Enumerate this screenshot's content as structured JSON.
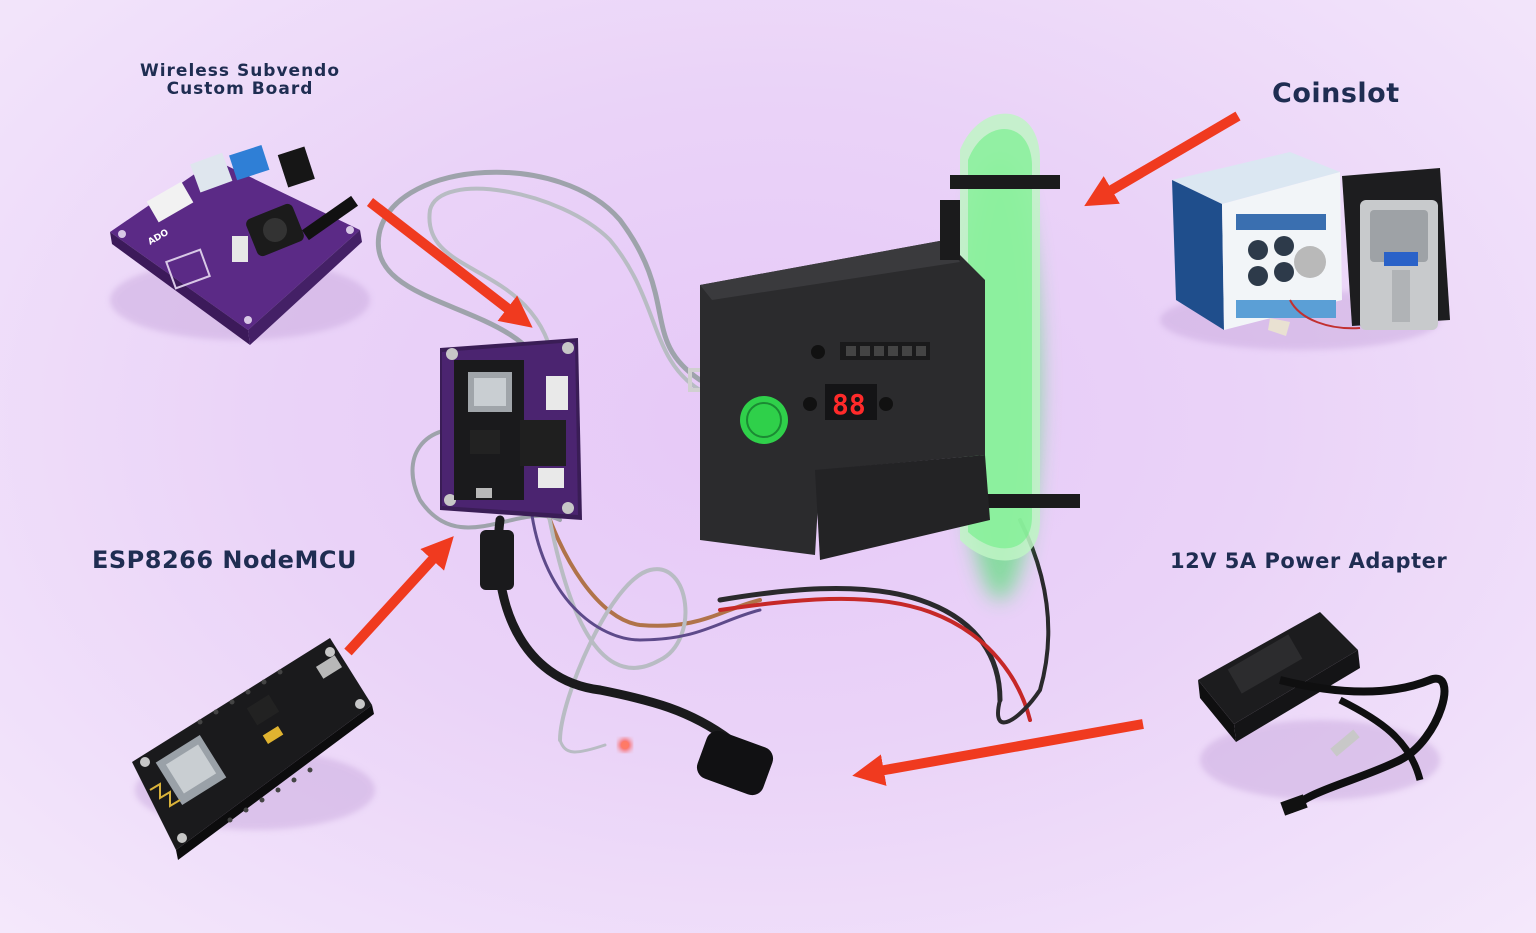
{
  "labels": {
    "custom_board_line1": "Wireless Subvendo",
    "custom_board_line2": "Custom Board",
    "coinslot": "Coinslot",
    "nodemcu": "ESP8266 NodeMCU",
    "power_adapter": "12V 5A Power Adapter"
  },
  "colors": {
    "background": "#ead3f8",
    "label_text": "#1f2d52",
    "arrow": "#f03a1f",
    "board_purple": "#5b2a86",
    "coinslot_body": "#2b2b2d",
    "led_green": "#39e35a",
    "display_red": "#ff2a2a",
    "nodemcu_black": "#1a1a1c"
  },
  "components": [
    {
      "name": "wireless-subvendo-custom-board",
      "icon": "purple-pcb"
    },
    {
      "name": "esp8266-nodemcu",
      "icon": "black-dev-board"
    },
    {
      "name": "coinslot",
      "icon": "coin-acceptor-box"
    },
    {
      "name": "power-adapter",
      "icon": "power-brick"
    },
    {
      "name": "assembled-system",
      "icon": "wired-assembly"
    }
  ]
}
